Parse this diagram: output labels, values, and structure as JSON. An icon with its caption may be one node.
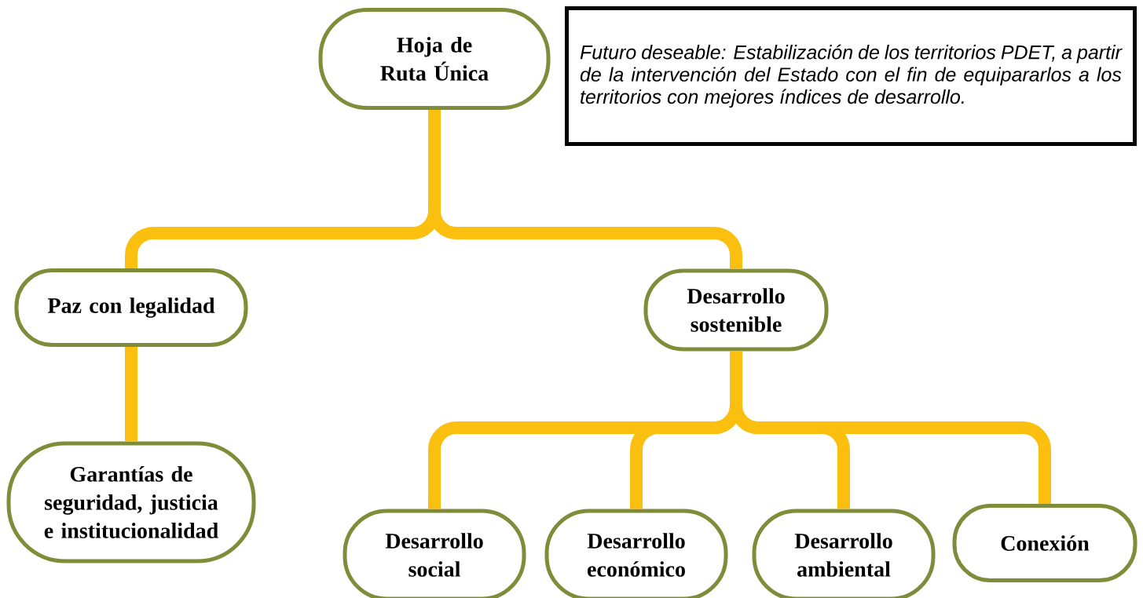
{
  "diagram": {
    "nodes": [
      {
        "text": [
          "Hoja de Ruta Única"
        ]
      },
      {
        "text": [
          "Futuro deseable: Estabilización de los territorios PDET, a partir de la intervención del Estado con el fin de equipararlos a los territorios con mejores índices de desarrollo."
        ]
      },
      {
        "text": [
          "Paz con legalidad"
        ]
      },
      {
        "text": [
          "Desarrollo sostenible"
        ]
      },
      {
        "text": [
          "Garantías de seguridad, justicia e institucionalidad"
        ]
      },
      {
        "text": [
          "Desarrollo social"
        ]
      },
      {
        "text": [
          "Desarrollo económico"
        ]
      },
      {
        "text": [
          "Desarrollo ambiental"
        ]
      },
      {
        "text": [
          "Conexión"
        ]
      }
    ],
    "edges": [
      {
        "from": 0,
        "to": 2,
        "arrow": "none"
      },
      {
        "from": 0,
        "to": 3,
        "arrow": "none"
      },
      {
        "from": 2,
        "to": 4,
        "arrow": "none"
      },
      {
        "from": 3,
        "to": 5,
        "arrow": "none"
      },
      {
        "from": 3,
        "to": 6,
        "arrow": "none"
      },
      {
        "from": 3,
        "to": 7,
        "arrow": "none"
      },
      {
        "from": 3,
        "to": 8,
        "arrow": "none"
      }
    ]
  }
}
